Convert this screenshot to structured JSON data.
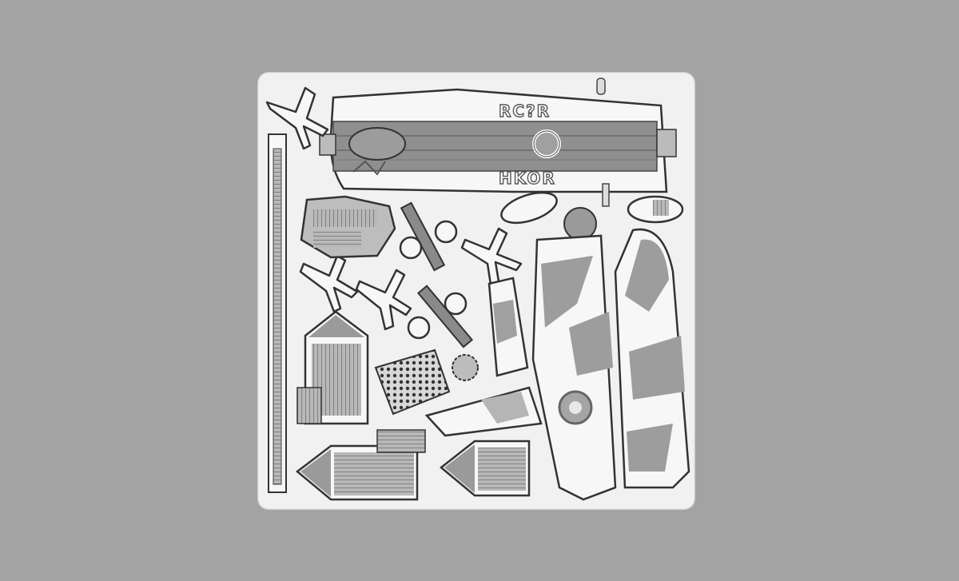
{
  "image": {
    "subject": "Photo-etched metal fret for aircraft carrier scale model",
    "background_color": "#a3a3a3",
    "sheet_color": "#f1f1f1",
    "etch_dark": "#4a4a4a",
    "etch_mid": "#8c8c8c"
  },
  "deck_markings": {
    "top_text": "RC?R",
    "bottom_text": "HKOR"
  },
  "parts": [
    {
      "name": "carrier-flight-deck",
      "count": 1
    },
    {
      "name": "long-mast-strip",
      "count": 1
    },
    {
      "name": "small-aircraft-silhouettes",
      "count": 5
    },
    {
      "name": "propeller-rotor-pairs",
      "count": 2
    },
    {
      "name": "camouflage-wing-panels",
      "count": 2
    },
    {
      "name": "pointed-deck-plates",
      "count": 3
    },
    {
      "name": "grid-mesh-plate",
      "count": 1
    },
    {
      "name": "gear-wheel-parts",
      "count": 2
    }
  ]
}
